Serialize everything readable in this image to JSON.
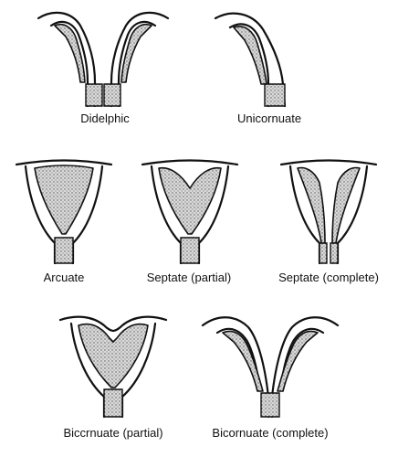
{
  "captions": {
    "didelphic": "Didelphic",
    "unicornuate": "Unicornuate",
    "arcuate": "Arcuate",
    "septate_partial": "Septate (partial)",
    "septate_complete": "Septate (complete)",
    "bicornuate_partial": "Biccrnuate (partial)",
    "bicornuate_complete": "Bicornuate (complete)"
  },
  "colors": {
    "ink": "#111111",
    "stipple": "#6a6a6a",
    "background": "#ffffff"
  }
}
